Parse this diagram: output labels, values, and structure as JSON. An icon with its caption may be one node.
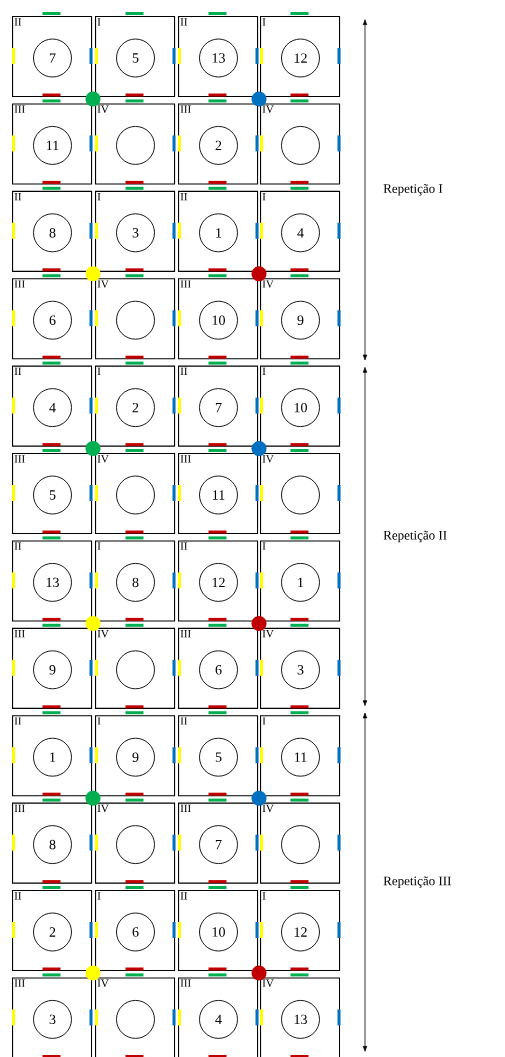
{
  "diagram": {
    "nodes": [
      {
        "text": [
          "II"
        ]
      },
      {
        "text": [
          "7"
        ],
        "in": 0
      },
      {
        "text": [
          "I"
        ]
      },
      {
        "text": [
          "5"
        ],
        "in": 2
      },
      {
        "text": [
          "II"
        ]
      },
      {
        "text": [
          "13"
        ],
        "in": 4
      },
      {
        "text": [
          "I"
        ]
      },
      {
        "text": [
          "12"
        ],
        "in": 6
      },
      {
        "text": [
          "III"
        ]
      },
      {
        "text": [
          "11"
        ],
        "in": 8
      },
      {
        "text": [
          "IV"
        ]
      },
      {
        "text": [],
        "shape": "circle",
        "in": 10
      },
      {
        "text": [
          "III"
        ]
      },
      {
        "text": [
          "2"
        ],
        "in": 12
      },
      {
        "text": [
          "IV"
        ]
      },
      {
        "text": [],
        "shape": "circle",
        "in": 14
      },
      {
        "text": [
          "II"
        ]
      },
      {
        "text": [
          "8"
        ],
        "in": 16
      },
      {
        "text": [
          "I"
        ]
      },
      {
        "text": [
          "3"
        ],
        "in": 18
      },
      {
        "text": [
          "II"
        ]
      },
      {
        "text": [
          "1"
        ],
        "in": 20
      },
      {
        "text": [
          "I"
        ]
      },
      {
        "text": [
          "4"
        ],
        "in": 22
      },
      {
        "text": [
          "III"
        ]
      },
      {
        "text": [
          "6"
        ],
        "in": 24
      },
      {
        "text": [
          "IV"
        ]
      },
      {
        "text": [],
        "shape": "circle",
        "in": 26
      },
      {
        "text": [
          "III"
        ]
      },
      {
        "text": [
          "10"
        ],
        "in": 28
      },
      {
        "text": [
          "IV"
        ]
      },
      {
        "text": [
          "9"
        ],
        "in": 30
      },
      {
        "text": [
          "II"
        ]
      },
      {
        "text": [
          "4"
        ],
        "in": 32
      },
      {
        "text": [
          "I"
        ]
      },
      {
        "text": [
          "2"
        ],
        "in": 34
      },
      {
        "text": [
          "II"
        ]
      },
      {
        "text": [
          "7"
        ],
        "in": 36
      },
      {
        "text": [
          "I"
        ]
      },
      {
        "text": [
          "10"
        ],
        "in": 38
      },
      {
        "text": [
          "III"
        ]
      },
      {
        "text": [
          "5"
        ],
        "in": 40
      },
      {
        "text": [
          "IV"
        ]
      },
      {
        "text": [],
        "shape": "circle",
        "in": 42
      },
      {
        "text": [
          "III"
        ]
      },
      {
        "text": [
          "11"
        ],
        "in": 44
      },
      {
        "text": [
          "IV"
        ]
      },
      {
        "text": [],
        "shape": "circle",
        "in": 46
      },
      {
        "text": [
          "II"
        ]
      },
      {
        "text": [
          "13"
        ],
        "in": 48
      },
      {
        "text": [
          "I"
        ]
      },
      {
        "text": [
          "8"
        ],
        "in": 50
      },
      {
        "text": [
          "II"
        ]
      },
      {
        "text": [
          "12"
        ],
        "in": 52
      },
      {
        "text": [
          "I"
        ]
      },
      {
        "text": [
          "1"
        ],
        "in": 54
      },
      {
        "text": [
          "III"
        ]
      },
      {
        "text": [
          "9"
        ],
        "in": 56
      },
      {
        "text": [
          "IV"
        ]
      },
      {
        "text": [],
        "shape": "circle",
        "in": 58
      },
      {
        "text": [
          "III"
        ]
      },
      {
        "text": [
          "6"
        ],
        "in": 60
      },
      {
        "text": [
          "IV"
        ]
      },
      {
        "text": [
          "3"
        ],
        "in": 62
      },
      {
        "text": [
          "II"
        ]
      },
      {
        "text": [
          "1"
        ],
        "in": 64
      },
      {
        "text": [
          "I"
        ]
      },
      {
        "text": [
          "9"
        ],
        "in": 66
      },
      {
        "text": [
          "II"
        ]
      },
      {
        "text": [
          "5"
        ],
        "in": 68
      },
      {
        "text": [
          "I"
        ]
      },
      {
        "text": [
          "11"
        ],
        "in": 70
      },
      {
        "text": [
          "III"
        ]
      },
      {
        "text": [
          "8"
        ],
        "in": 72
      },
      {
        "text": [
          "IV"
        ]
      },
      {
        "text": [],
        "shape": "circle",
        "in": 74
      },
      {
        "text": [
          "III"
        ]
      },
      {
        "text": [
          "7"
        ],
        "in": 76
      },
      {
        "text": [
          "IV"
        ]
      },
      {
        "text": [],
        "shape": "circle",
        "in": 78
      },
      {
        "text": [
          "II"
        ]
      },
      {
        "text": [
          "2"
        ],
        "in": 80
      },
      {
        "text": [
          "I"
        ]
      },
      {
        "text": [
          "6"
        ],
        "in": 82
      },
      {
        "text": [
          "II"
        ]
      },
      {
        "text": [
          "10"
        ],
        "in": 84
      },
      {
        "text": [
          "I"
        ]
      },
      {
        "text": [
          "12"
        ],
        "in": 86
      },
      {
        "text": [
          "III"
        ]
      },
      {
        "text": [
          "3"
        ],
        "in": 88
      },
      {
        "text": [
          "IV"
        ]
      },
      {
        "text": [],
        "shape": "circle",
        "in": 90
      },
      {
        "text": [
          "III"
        ]
      },
      {
        "text": [
          "4"
        ],
        "in": 92
      },
      {
        "text": [
          "IV"
        ]
      },
      {
        "text": [
          "13"
        ],
        "in": 94
      }
    ],
    "labels": [
      "Repetição I",
      "Repetição II",
      "Repetição III"
    ]
  }
}
